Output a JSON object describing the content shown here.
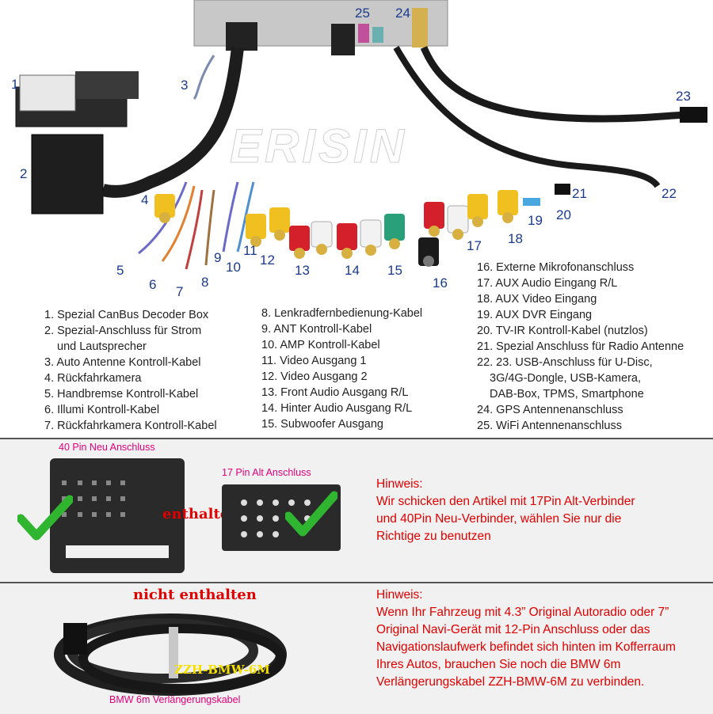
{
  "brand": "ERISIN",
  "callouts": [
    "1",
    "2",
    "3",
    "4",
    "5",
    "6",
    "7",
    "8",
    "9",
    "10",
    "11",
    "12",
    "13",
    "14",
    "15",
    "16",
    "17",
    "18",
    "19",
    "20",
    "21",
    "22",
    "23",
    "24",
    "25"
  ],
  "legend": {
    "col1": [
      "1. Spezial CanBus Decoder Box",
      "2. Spezial-Anschluss für Strom",
      "und Lautsprecher",
      "3. Auto Antenne Kontroll-Kabel",
      "4. Rückfahrkamera",
      "5. Handbremse Kontroll-Kabel",
      "6. Illumi Kontroll-Kabel",
      "7. Rückfahrkamera Kontroll-Kabel"
    ],
    "col2": [
      "8. Lenkradfernbedienung-Kabel",
      "9. ANT Kontroll-Kabel",
      "10. AMP Kontroll-Kabel",
      "11. Video Ausgang 1",
      "12. Video Ausgang 2",
      "13. Front Audio Ausgang R/L",
      "14. Hinter Audio Ausgang R/L",
      "15. Subwoofer Ausgang"
    ],
    "col3": [
      "16. Externe Mikrofonanschluss",
      "17. AUX Audio Eingang R/L",
      "18. AUX Video Eingang",
      "19. AUX DVR Eingang",
      "20. TV-IR Kontroll-Kabel (nutzlos)",
      "21. Spezial Anschluss für Radio Antenne",
      "22. 23. USB-Anschluss für U-Disc,",
      "3G/4G-Dongle, USB-Kamera,",
      "DAB-Box, TPMS, Smartphone",
      "24. GPS Antennenanschluss",
      "25. WiFi Antennenanschluss"
    ]
  },
  "panel1": {
    "label_40pin": "40 Pin Neu Anschluss",
    "label_17pin": "17 Pin Alt Anschluss",
    "included": "enthalten",
    "hint_title": "Hinweis:",
    "hint_lines": [
      "Wir schicken den Artikel mit 17Pin Alt-Verbinder",
      "und 40Pin Neu-Verbinder, wählen Sie nur die",
      "Richtige zu benutzen"
    ]
  },
  "panel2": {
    "not_included": "nicht enthalten",
    "cable_tag": "ZZH-BMW-6M",
    "cable_caption": "BMW 6m Verlängerungskabel",
    "hint_title": "Hinweis:",
    "hint_lines": [
      "Wenn Ihr Fahrzeug mit 4.3” Original Autoradio oder 7”",
      "Original Navi-Gerät mit 12-Pin Anschluss oder das",
      "Navigationslaufwerk befindet sich hinten im Kofferraum",
      "Ihres Autos, brauchen Sie noch die BMW 6m",
      "Verlängerungskabel ZZH-BMW-6M zu verbinden."
    ]
  },
  "colors": {
    "callout": "#1a3a8c",
    "hint": "#e00000",
    "pink": "#e0007a",
    "check": "#2fb52f",
    "rca_yellow": "#f0c020",
    "rca_red": "#d4202a",
    "rca_white": "#f2f2f2",
    "rca_green": "#2aa07a"
  }
}
